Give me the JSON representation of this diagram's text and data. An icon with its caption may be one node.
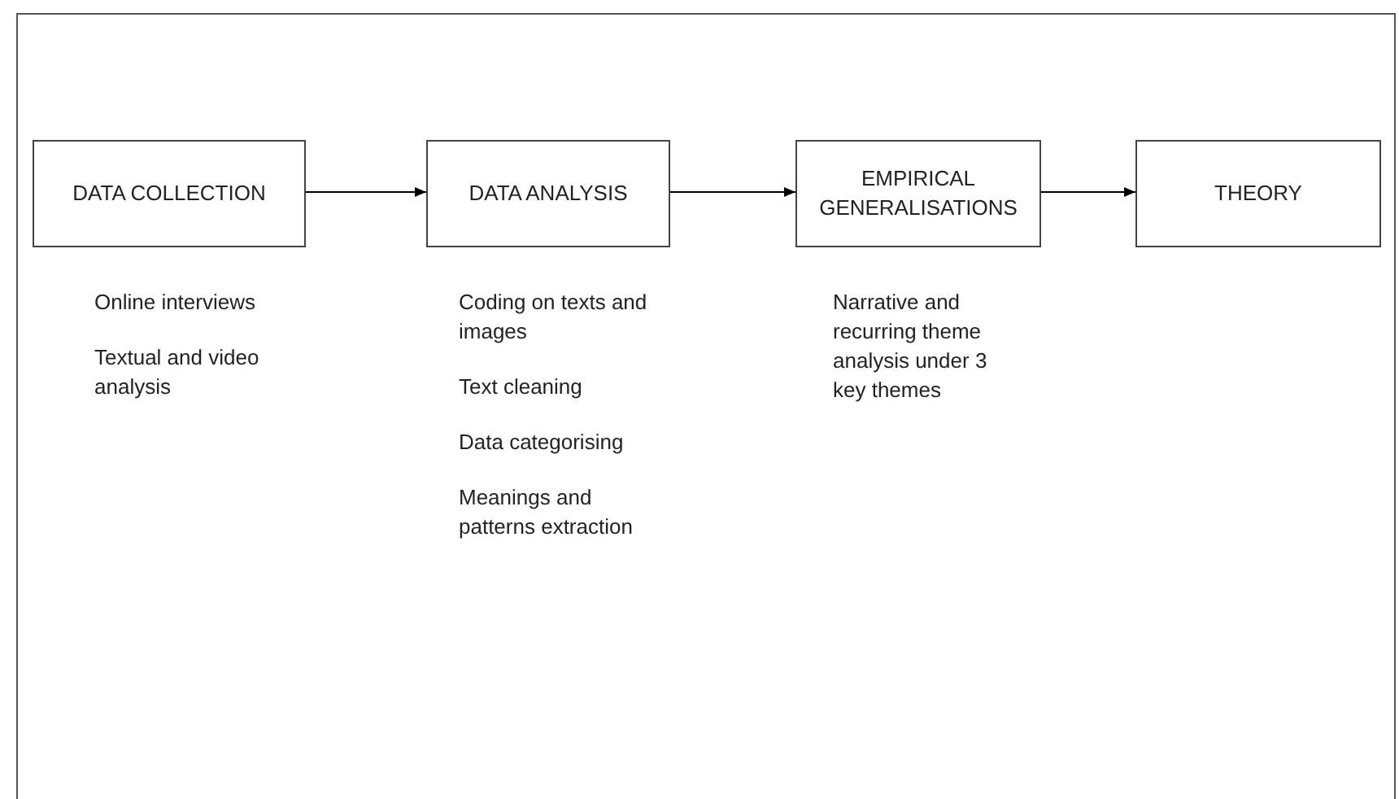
{
  "diagram": {
    "nodes": [
      {
        "text": [
          "DATA COLLECTION"
        ],
        "beside": [
          "Online interviews",
          "Textual and video analysis"
        ]
      },
      {
        "text": [
          "DATA ANALYSIS"
        ],
        "beside": [
          "Coding on texts and images",
          "Text cleaning",
          "Data categorising",
          "Meanings and patterns extraction"
        ]
      },
      {
        "text": [
          "EMPIRICAL GENERALISATIONS"
        ],
        "beside": [
          "Narrative and recurring theme analysis under 3 key themes"
        ]
      },
      {
        "text": [
          "THEORY"
        ]
      }
    ],
    "edges": [
      {
        "from": 0,
        "to": 1,
        "arrow": "to"
      },
      {
        "from": 1,
        "to": 2,
        "arrow": "to"
      },
      {
        "from": 2,
        "to": 3,
        "arrow": "to"
      }
    ]
  }
}
